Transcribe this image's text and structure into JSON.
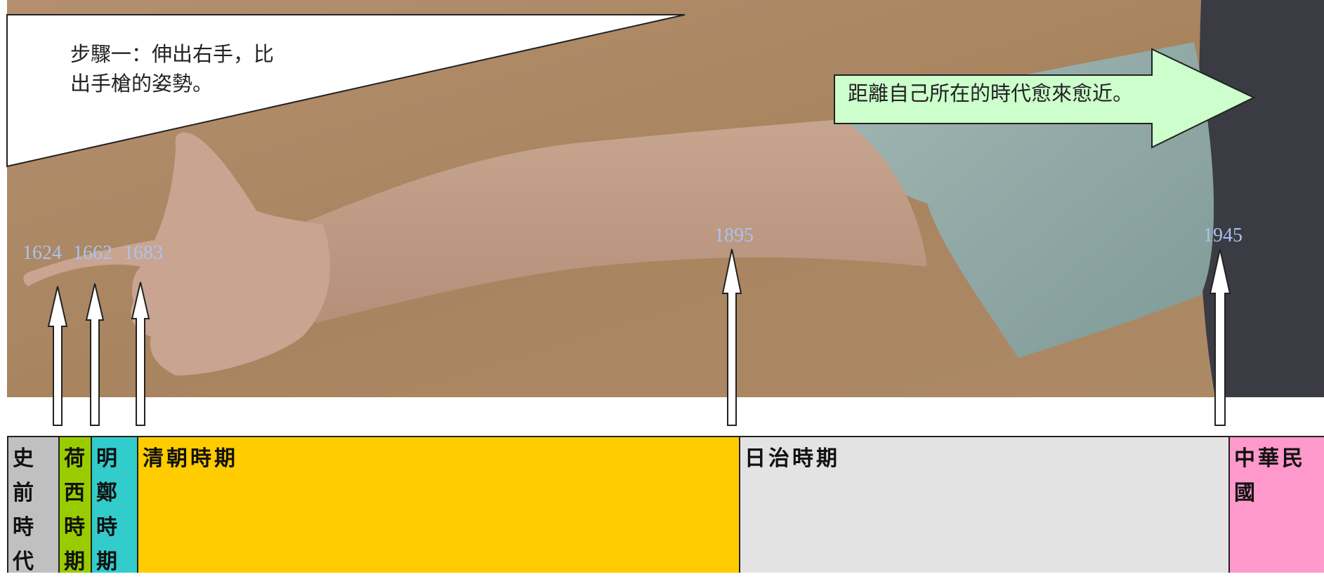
{
  "callout_instruction": {
    "line1": "步驟一：伸出右手，比",
    "line2": "出手槍的姿勢。"
  },
  "callout_arrow": "距離自己所在的時代愈來愈近。",
  "years": [
    "1624",
    "1662",
    "1683",
    "1895",
    "1945"
  ],
  "periods": [
    {
      "label": "史前時代",
      "color": "#c0c0c0"
    },
    {
      "label": "荷西時期",
      "color": "#99cc00"
    },
    {
      "label": "明鄭時期",
      "color": "#33cccc"
    },
    {
      "label": "清朝時期",
      "color": "#ffcc00"
    },
    {
      "label": "日治時期",
      "color": "#e3e3e3"
    },
    {
      "label": "中華民國",
      "color": "#ff99cc"
    }
  ],
  "colors": {
    "photo_wall": "#b38e6c",
    "speech_fill": "#ffffff",
    "arrow_fill": "#ccffcc",
    "year_text": "#a9c4ee"
  }
}
